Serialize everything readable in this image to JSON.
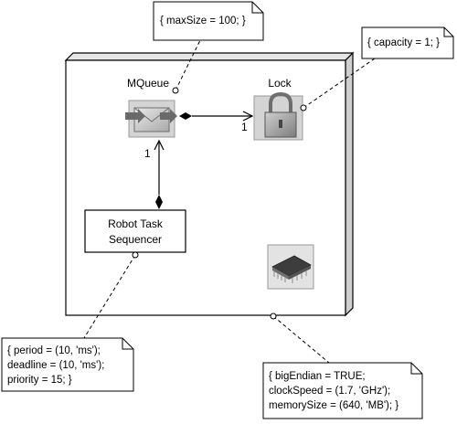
{
  "node_label": "",
  "components": {
    "mqueue": {
      "label": "MQueue",
      "icon": "mail-envelope-icon"
    },
    "lock": {
      "label": "Lock",
      "icon": "padlock-icon"
    },
    "sequencer": {
      "line1": "Robot Task",
      "line2": "Sequencer"
    },
    "processor": {
      "icon": "microchip-icon"
    }
  },
  "connectors": {
    "mqueue_lock_multiplicity": "1",
    "mqueue_sequencer_multiplicity": "1"
  },
  "notes": {
    "mqueue_note": [
      "{ maxSize = 100; }"
    ],
    "lock_note": [
      "{ capacity = 1; }"
    ],
    "sequencer_note": [
      "{ period = (10, 'ms');",
      "deadline = (10, 'ms');",
      "priority = 15; }"
    ],
    "node_note": [
      "{ bigEndian = TRUE;",
      "clockSpeed = (1.7, 'GHz');",
      "memorySize = (640, 'MB'); }"
    ]
  }
}
